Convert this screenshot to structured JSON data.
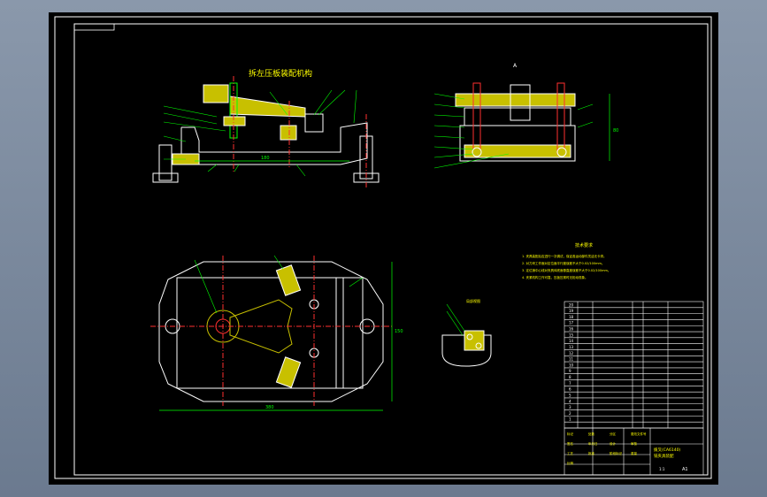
{
  "drawing": {
    "title": "拆左压板装配机构",
    "section_label": "A",
    "detail_label": "局部视图",
    "tech_req": {
      "heading": "技术要求",
      "items": [
        "1. 夹具装配后应进行一次调试，保证各运动部件灵活无卡滞。",
        "2. 对刀块工作面对定位面平行度误差不大于0.02/100mm。",
        "3. 定位销中心线对夹具体底面垂直度误差不大于0.02/100mm。",
        "4. 夹紧机构工作可靠，压板压紧时无松动现象。"
      ]
    },
    "dimensions": {
      "front_length": "180",
      "plan_length": "380",
      "plan_height": "150",
      "side_height": "80"
    },
    "balloons": [
      "1",
      "2",
      "3",
      "4",
      "5",
      "6",
      "7",
      "8",
      "9",
      "10",
      "11",
      "12",
      "13",
      "14",
      "15",
      "16",
      "17",
      "18",
      "19",
      "20"
    ],
    "title_block": {
      "name_line1": "拨叉(CA6140)",
      "name_line2": "铣夹具装配",
      "scale": "1:1",
      "sheet": "A1",
      "labels": [
        "标记",
        "处数",
        "分区",
        "更改文件号",
        "签名",
        "年月日",
        "设计",
        "审核",
        "工艺",
        "批准",
        "阶段标记",
        "重量",
        "比例"
      ]
    }
  }
}
